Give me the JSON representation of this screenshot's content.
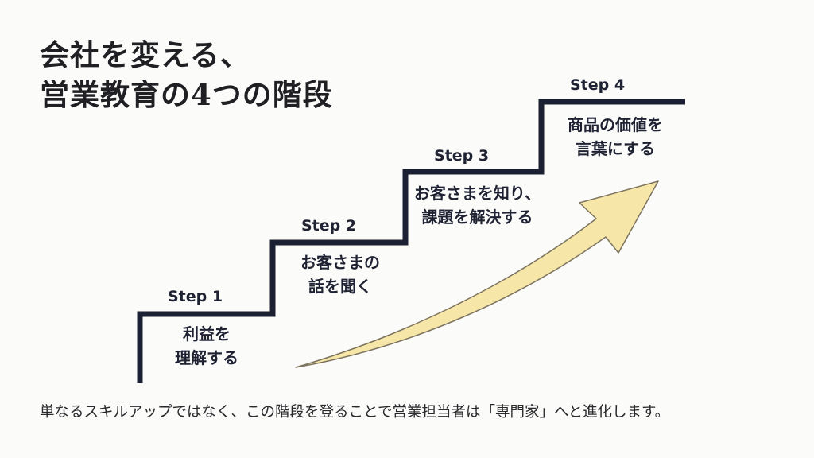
{
  "title": {
    "line1": "会社を変える、",
    "line2": "営業教育の4つの階段"
  },
  "steps": [
    {
      "label": "Step 1",
      "lines": [
        "利益を",
        "理解する"
      ]
    },
    {
      "label": "Step 2",
      "lines": [
        "お客さまの",
        "話を聞く"
      ]
    },
    {
      "label": "Step 3",
      "lines": [
        "お客さまを知り、",
        "課題を解決する"
      ]
    },
    {
      "label": "Step 4",
      "lines": [
        "商品の価値を",
        "言葉にする"
      ]
    }
  ],
  "caption": "単なるスキルアップではなく、この階段を登ることで営業担当者は「専門家」へと進化します。",
  "colors": {
    "background": "#fbfbf9",
    "stair_line": "#1c2033",
    "arrow_fill": "#f6e6a8",
    "arrow_stroke": "#7d7460",
    "text": "#1f2233"
  },
  "icons": {
    "arrow": "upward-arrow",
    "stairs": "staircase-outline"
  }
}
